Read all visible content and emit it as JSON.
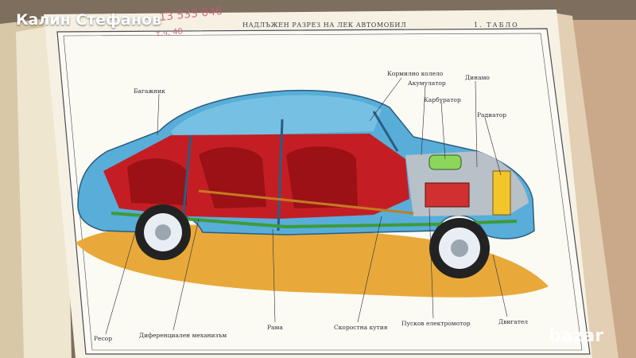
{
  "overlay": {
    "seller_name": "Калин Стефанов"
  },
  "plate": {
    "title": "НАДЛЪЖЕН РАЗРЕЗ НА ЛЕК АВТОМОБИЛ",
    "number": "1. ТАБЛО",
    "handwriting_top": "13 533 046",
    "handwriting_sub": "т.ч. 48"
  },
  "labels": {
    "bagazhnik": "Багажник",
    "kormilno_kolelo": "Кормилно колело",
    "akumulator": "Акумулатор",
    "karburator": "Карбуратор",
    "dinamo": "Динамо",
    "radiator": "Радиатор",
    "resor": "Ресор",
    "diferencial": "Диференциален механизъм",
    "rama": "Рама",
    "skorostna_kutiya": "Скоростна кутия",
    "puskov_elektromotor": "Пусков електромотор",
    "dvigatel": "Двигател"
  },
  "watermark": "bazar",
  "colors": {
    "background": "#8a7a68",
    "page": "#f4f0e0",
    "car_body": "#58aed8",
    "interior": "#c41e24",
    "ground": "#e8a93a"
  }
}
